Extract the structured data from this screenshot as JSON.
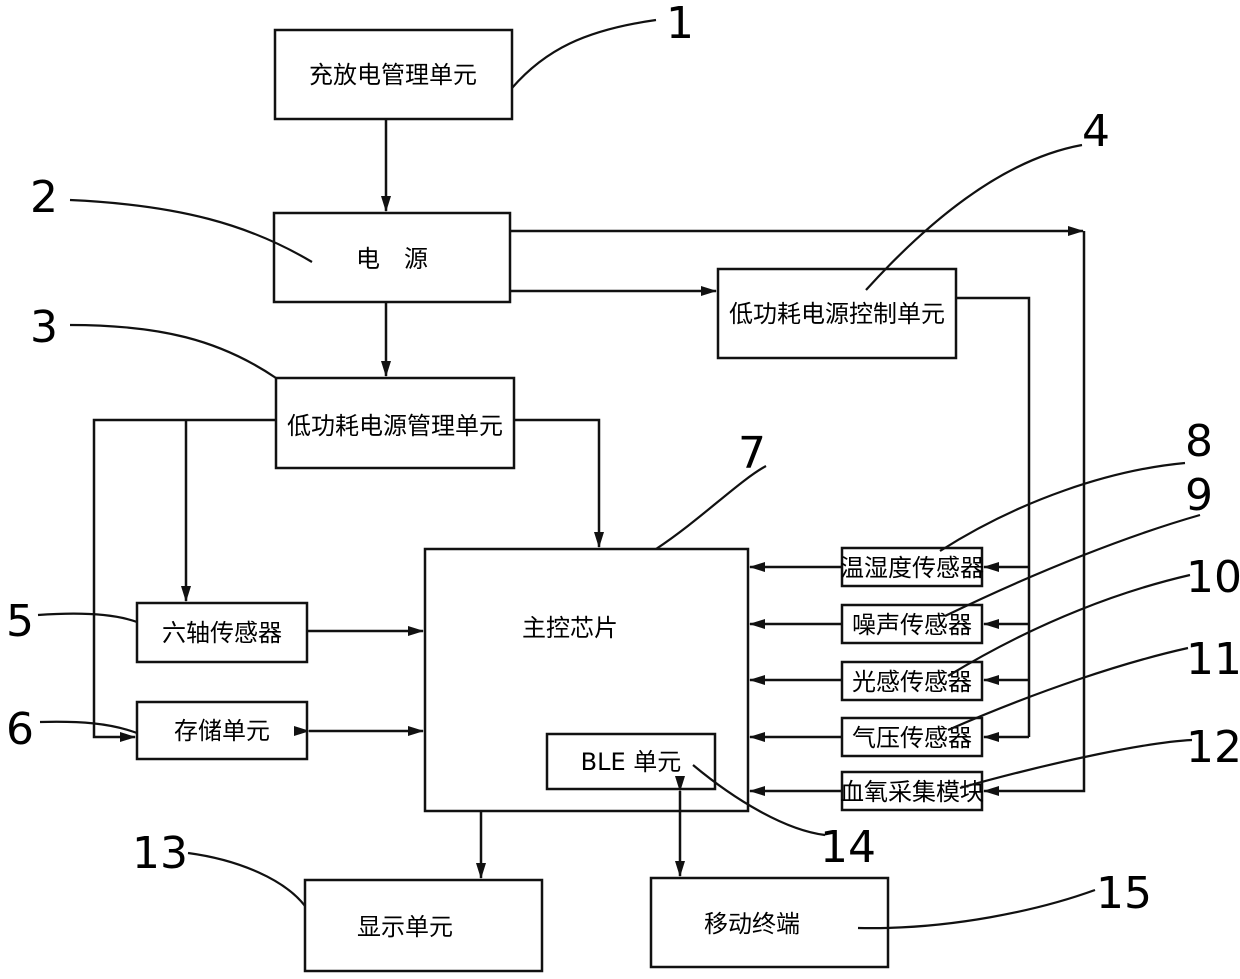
{
  "boxes": {
    "charge_mgmt": "充放电管理单元",
    "power": "电　源",
    "lp_power_ctrl": "低功耗电源控制单元",
    "lp_power_mgmt": "低功耗电源管理单元",
    "main_chip": "主控芯片",
    "ble": "BLE 单元",
    "six_axis": "六轴传感器",
    "storage": "存储单元",
    "temp_humidity": "温湿度传感器",
    "noise": "噪声传感器",
    "light": "光感传感器",
    "pressure": "气压传感器",
    "spo2": "血氧采集模块",
    "display": "显示单元",
    "mobile": "移动终端"
  },
  "numbers": {
    "n1": "1",
    "n2": "2",
    "n3": "3",
    "n4": "4",
    "n5": "5",
    "n6": "6",
    "n7": "7",
    "n8": "8",
    "n9": "9",
    "n10": "10",
    "n11": "11",
    "n12": "12",
    "n13": "13",
    "n14": "14",
    "n15": "15"
  }
}
